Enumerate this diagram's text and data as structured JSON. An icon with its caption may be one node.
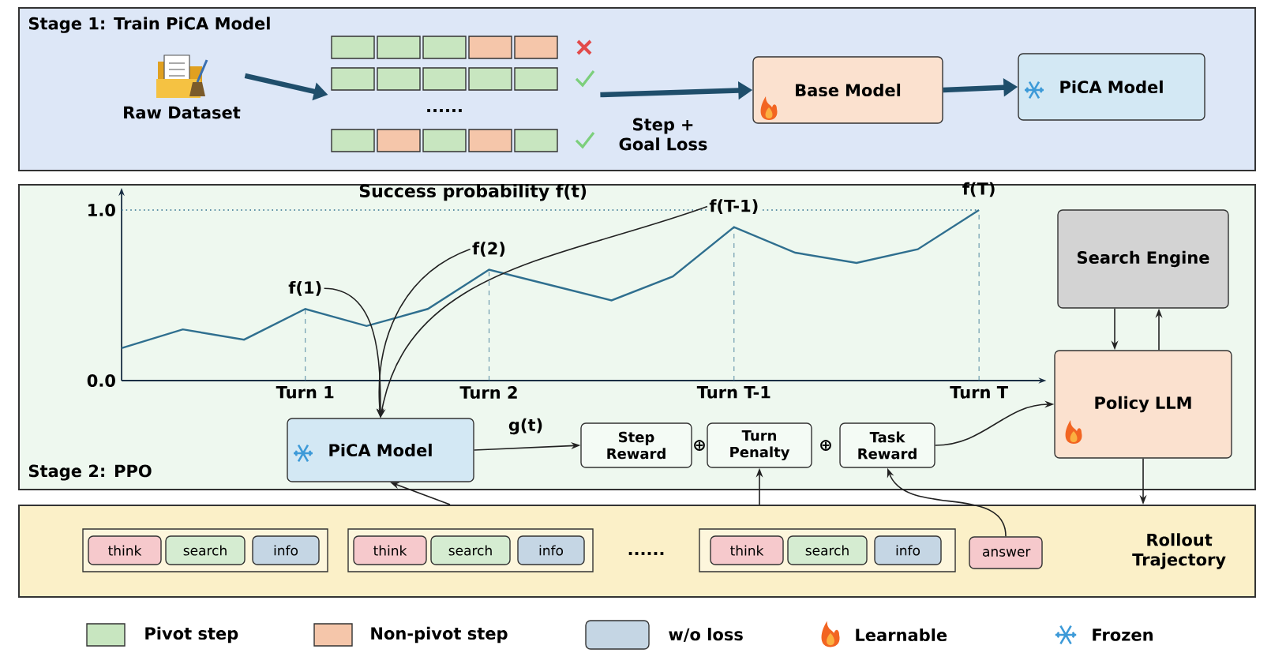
{
  "diagram": {
    "nodes": [
      {
        "text": [
          "Stage 1: Train PiCA Model"
        ]
      },
      {
        "text": [
          "Raw Dataset"
        ],
        "in": 0
      },
      {
        "text": [],
        "shape": "picture",
        "in": 0
      },
      {
        "text": [
          "Base Model"
        ],
        "in": 0
      },
      {
        "text": [
          "PiCA Model"
        ],
        "in": 0
      },
      {
        "text": [
          "Stage 2: PPO"
        ]
      },
      {
        "text": [
          "f(1)"
        ],
        "in": 5
      },
      {
        "text": [
          "f(2)"
        ],
        "in": 5
      },
      {
        "text": [
          "f(T-1)"
        ],
        "in": 5
      },
      {
        "text": [
          "Search Engine"
        ],
        "in": 5
      },
      {
        "text": [
          "Policy LLM"
        ],
        "in": 5
      },
      {
        "text": [
          "PiCA Model"
        ],
        "in": 5
      },
      {
        "text": [
          "Step Reward"
        ],
        "in": 5
      },
      {
        "text": [
          "Turn Penalty"
        ],
        "in": 5
      },
      {
        "text": [
          "Task Reward"
        ],
        "in": 5
      },
      {
        "text": [
          "Rollout Trajectory"
        ]
      },
      {
        "text": [],
        "shape": "box",
        "in": 15
      },
      {
        "text": [
          "think"
        ],
        "in": 16
      },
      {
        "text": [
          "search"
        ],
        "in": 16
      },
      {
        "text": [
          "info"
        ],
        "in": 16
      },
      {
        "text": [],
        "shape": "box",
        "in": 15
      },
      {
        "text": [
          "think"
        ],
        "in": 20
      },
      {
        "text": [
          "search"
        ],
        "in": 20
      },
      {
        "text": [
          "info"
        ],
        "in": 20
      },
      {
        "text": [],
        "shape": "box",
        "in": 15
      },
      {
        "text": [
          "think"
        ],
        "in": 24
      },
      {
        "text": [
          "search"
        ],
        "in": 24
      },
      {
        "text": [
          "info"
        ],
        "in": 24
      },
      {
        "text": [
          "answer"
        ],
        "in": 15
      }
    ],
    "edges": [
      {
        "from": 1,
        "to": 2,
        "arrow": "to",
        "style": "thick",
        "color": "#1f4e6b"
      },
      {
        "from": 2,
        "to": 3,
        "arrow": "to",
        "style": "thick",
        "color": "#1f4e6b",
        "label": "Step + Goal Loss"
      },
      {
        "from": 3,
        "to": 4,
        "arrow": "to",
        "style": "thick",
        "color": "#1f4e6b"
      },
      {
        "from": 6,
        "to": 11,
        "arrow": "to"
      },
      {
        "from": 7,
        "to": 11,
        "arrow": "to"
      },
      {
        "from": 8,
        "to": 11,
        "arrow": "to"
      },
      {
        "from": 11,
        "to": 12,
        "arrow": "to",
        "label": "g(t)"
      },
      {
        "from": 14,
        "to": 10,
        "arrow": "to"
      },
      {
        "from": 9,
        "to": 10,
        "arrow": "to"
      },
      {
        "from": 10,
        "to": 9,
        "arrow": "to"
      },
      {
        "from": 10,
        "to": 15,
        "arrow": "to"
      },
      {
        "from": 15,
        "to": 11,
        "arrow": "to"
      },
      {
        "from": 15,
        "to": 13,
        "arrow": "to"
      },
      {
        "from": 28,
        "to": 14,
        "arrow": "to"
      }
    ],
    "labels": [
      "......",
      "f(T)",
      "⊕",
      "⊕",
      "......"
    ],
    "legend": [
      {
        "text": "Pivot step",
        "color": "#c8e6c0"
      },
      {
        "text": "Non-pivot step",
        "color": "#f5c6aa"
      },
      {
        "text": "w/o loss"
      },
      {
        "text": "Learnable"
      },
      {
        "text": "Frozen"
      }
    ],
    "chart_data": {
      "type": "line",
      "title": "Success probability f(t)",
      "categories": [
        null,
        null,
        null,
        "Turn 1",
        null,
        null,
        "Turn 2",
        null,
        null,
        null,
        "Turn T-1",
        null,
        null,
        null,
        "Turn T"
      ],
      "series": [
        {
          "color": "#2f6f8f",
          "values": [
            0.19,
            0.3,
            0.24,
            0.42,
            0.32,
            0.42,
            0.65,
            0.56,
            0.47,
            0.61,
            0.9,
            0.75,
            0.69,
            0.77,
            1.0
          ]
        }
      ],
      "ylim": [
        0,
        1.1
      ],
      "ref_lines": [
        {
          "axis": "y",
          "value": 1
        }
      ],
      "yticks": [
        {
          "value": 0,
          "label": "0.0"
        },
        {
          "value": 1,
          "label": "1.0"
        }
      ]
    }
  }
}
